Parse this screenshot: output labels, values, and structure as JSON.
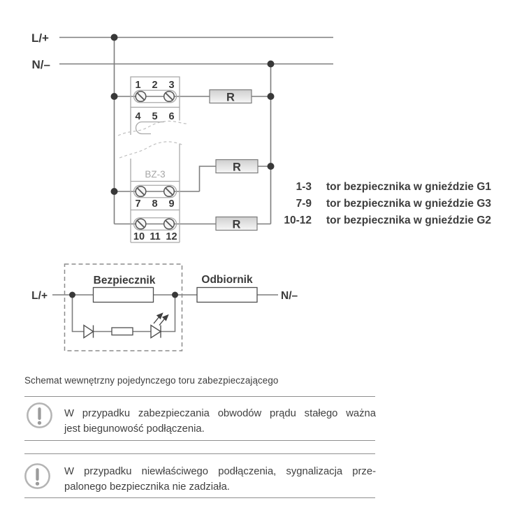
{
  "colors": {
    "wire": "#7d7d7d",
    "junction_dot": "#383838",
    "module_outline": "#a9a9a9",
    "component_outline": "#4f4f4f",
    "resistor_fill_top": "#cfcfcf",
    "resistor_fill_bottom": "#f7f7f7",
    "text_dark": "#3a3a3a",
    "muted_label": "#a6a6a6",
    "note_icon_gray": "#9b9b9b",
    "rule_gray": "#8f8f8f"
  },
  "top_diagram": {
    "supply_labels": {
      "live": "L/+",
      "neutral": "N/–"
    },
    "module_name": "BZ-3",
    "resistor_label": "R",
    "terminal_rows": {
      "row1": [
        "1",
        "2",
        "3"
      ],
      "row2": [
        "4",
        "5",
        "6"
      ],
      "row3": [
        "7",
        "8",
        "9"
      ],
      "row4": [
        "10",
        "11",
        "12"
      ]
    },
    "legend": [
      {
        "range": "1-3",
        "text": "tor bezpiecznika w gnieździe G1"
      },
      {
        "range": "7-9",
        "text": "tor bezpiecznika w gnieździe G3"
      },
      {
        "range": "10-12",
        "text": "tor bezpiecznika w gnieździe G2"
      }
    ]
  },
  "internal_diagram": {
    "supply_labels": {
      "live": "L/+",
      "neutral": "N/–"
    },
    "fuse_label": "Bezpiecznik",
    "load_label": "Odbiornik"
  },
  "caption": "Schemat wewnętrzny pojedynczego toru zabezpieczającego",
  "notes": [
    {
      "lines": [
        "W przypadku zabezpieczania obwodów prądu stałego ważna",
        "jest biegunowość podłączenia."
      ]
    },
    {
      "lines": [
        "W przypadku niewłaściwego podłączenia, sygnalizacja prze-",
        "palonego bezpiecznika nie zadziała."
      ]
    }
  ]
}
